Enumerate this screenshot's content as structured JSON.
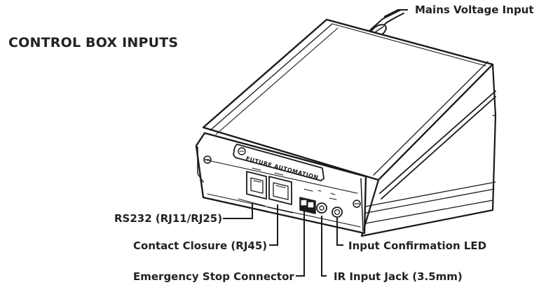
{
  "title": "CONTROL BOX INPUTS",
  "device": {
    "brand": "FUTURE AUTOMATION"
  },
  "callouts": {
    "mains": "Mains Voltage Input",
    "rs232": "RS232 (RJ11/RJ25)",
    "contact": "Contact Closure (RJ45)",
    "estop": "Emergency Stop Connector",
    "led": "Input Confirmation LED",
    "ir": "IR Input Jack (3.5mm)"
  },
  "colors": {
    "line": "#1a1a1a",
    "text": "#222222"
  }
}
